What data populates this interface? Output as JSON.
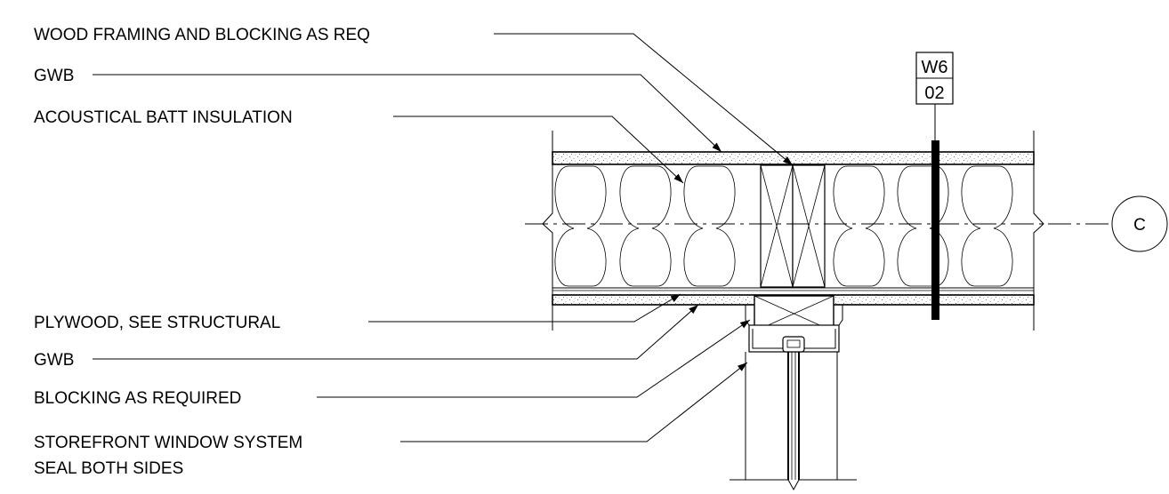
{
  "labels": {
    "wood_framing": "WOOD FRAMING AND BLOCKING AS REQ",
    "gwb_top": "GWB",
    "acoustical": "ACOUSTICAL BATT INSULATION",
    "plywood": "PLYWOOD, SEE STRUCTURAL",
    "gwb_bottom": "GWB",
    "blocking": "BLOCKING AS REQUIRED",
    "storefront_1": "STOREFRONT WINDOW SYSTEM",
    "storefront_2": "SEAL BOTH SIDES"
  },
  "wall_tag": {
    "top": "W6",
    "bottom": "02"
  },
  "grid_bubble": "C"
}
